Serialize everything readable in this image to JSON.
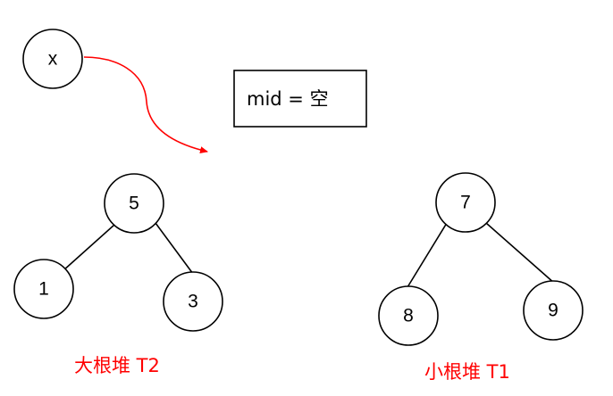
{
  "colors": {
    "stroke": "#000000",
    "accent": "#ff0000",
    "background": "#ffffff"
  },
  "moving_node": {
    "label": "x"
  },
  "mid_box": {
    "text": "mid = 空"
  },
  "max_heap": {
    "caption": "大根堆 T2",
    "root": "5",
    "left": "1",
    "right": "3"
  },
  "min_heap": {
    "caption": "小根堆 T1",
    "root": "7",
    "left": "8",
    "right": "9"
  }
}
